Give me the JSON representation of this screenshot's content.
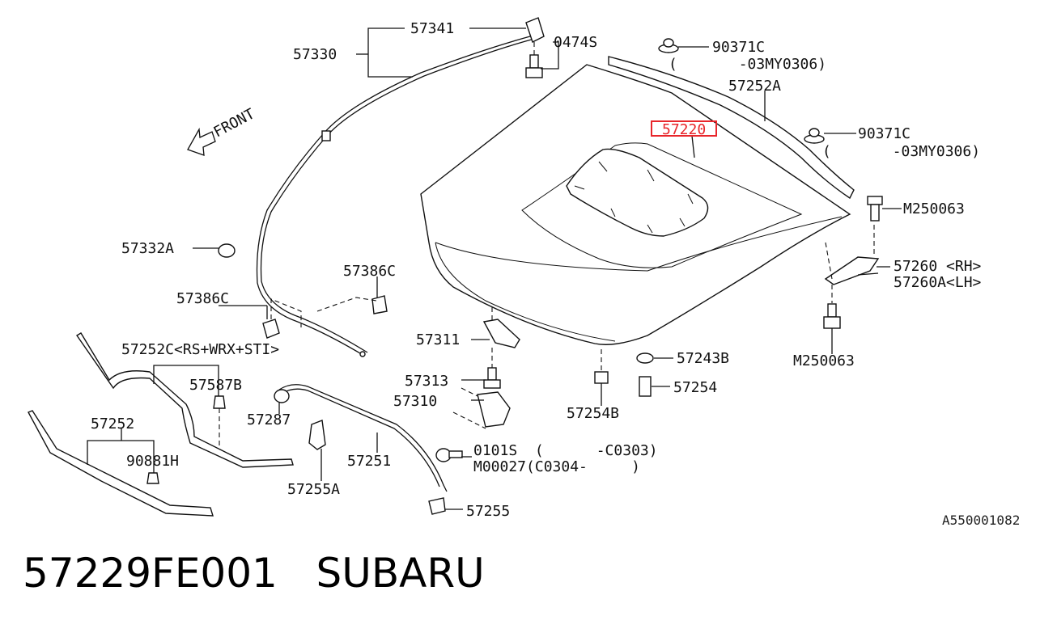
{
  "front_label": "FRONT",
  "callouts": {
    "c57341": "57341",
    "c57330": "57330",
    "c0474s": "0474S",
    "c90371c_1": "90371C",
    "c90371c_1_note": "(       -03MY0306)",
    "c57252a": "57252A",
    "c57220": "57220",
    "c90371c_2": "90371C",
    "c90371c_2_note": "(       -03MY0306)",
    "cm250063_1": "M250063",
    "c57332a": "57332A",
    "c57386c_1": "57386C",
    "c57260": "57260 <RH>",
    "c57260a": "57260A<LH>",
    "c57386c_2": "57386C",
    "cm250063_2": "M250063",
    "c57311": "57311",
    "c57243b": "57243B",
    "c57252c": "57252C<RS+WRX+STI>",
    "c57587b": "57587B",
    "c57313": "57313",
    "c57254": "57254",
    "c57310": "57310",
    "c57287": "57287",
    "c57254b": "57254B",
    "c57252": "57252",
    "c0101s": "0101S  (      -C0303)",
    "cm00027": "M00027(C0304-     )",
    "c90881h": "90881H",
    "c57251": "57251",
    "c57255a": "57255A",
    "c57255": "57255"
  },
  "highlight_color": "#e8262b",
  "diagram_code": "A550001082",
  "caption": {
    "part_number": "57229FE001",
    "brand": "SUBARU"
  }
}
